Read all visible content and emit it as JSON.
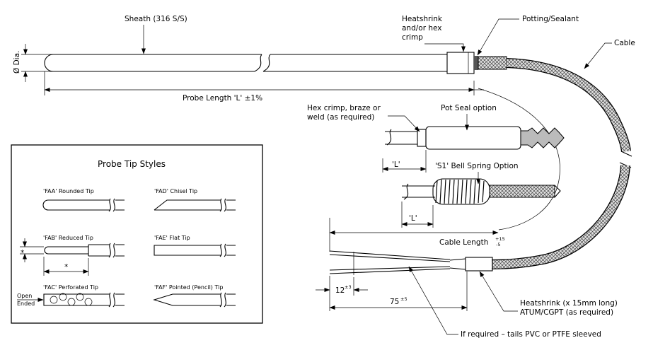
{
  "labels": {
    "sheath": "Sheath (316 S/S)",
    "heatshrink_1": "Heatshrink",
    "heatshrink_2": "and/or hex",
    "heatshrink_3": "crimp",
    "potting": "Potting/Sealant",
    "cable": "Cable",
    "dia": "Ø Dia.",
    "probe_length": "Probe Length 'L' ±1%",
    "hex_crimp_1": "Hex crimp, braze or",
    "hex_crimp_2": "weld (as required)",
    "pot_seal": "Pot Seal option",
    "l_mark_1": "'L'",
    "bell_spring": "'S1' Bell Spring Option",
    "l_mark_2": "'L'",
    "cable_length": "Cable Length",
    "cable_tol_plus": "+15",
    "cable_tol_minus": "-5",
    "tails_12": "12",
    "tails_12_tol": "±3",
    "tails_75": "75",
    "tails_75_tol": "±5",
    "hs_note_1": "Heatshrink (x 15mm long)",
    "hs_note_2": "ATUM/CGPT (as required)",
    "tails_note": "If required – tails PVC or PTFE sleeved"
  },
  "tip_styles": {
    "title": "Probe Tip Styles",
    "faa": "'FAA' Rounded Tip",
    "fad": "'FAD' Chisel Tip",
    "fab": "'FAB' Reduced Tip",
    "fae": "'FAE' Flat Tip",
    "fac": "'FAC' Perforated Tip",
    "faf": "'FAF' Pointed (Pencil) Tip",
    "open_1": "Open",
    "open_2": "Ended",
    "star_1": "*",
    "star_2": "*"
  }
}
